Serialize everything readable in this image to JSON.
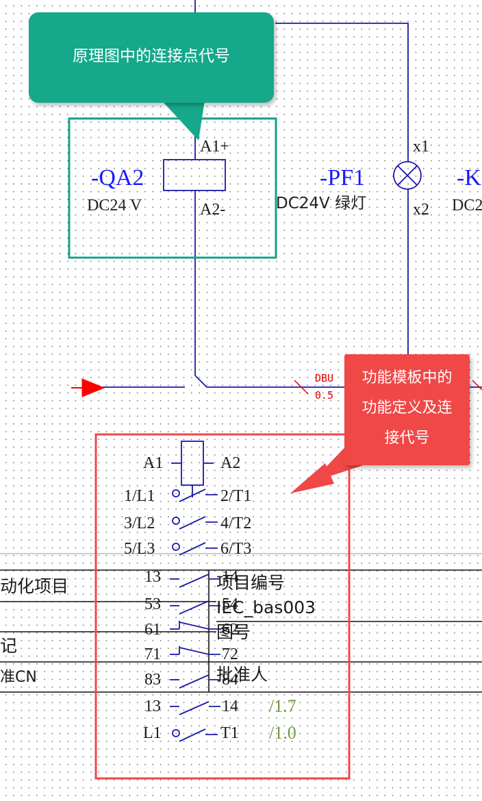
{
  "callouts": {
    "schematic_note": "原理图中的连接点代号",
    "template_note_lines": [
      "功能模板中的",
      "功能定义及连",
      "接代号"
    ]
  },
  "qa2": {
    "tag": "-QA2",
    "voltage": "DC24 V",
    "pin_top": "A1+",
    "pin_bottom": "A2-"
  },
  "pf1": {
    "tag": "-PF1",
    "desc": "DC24V 绿灯",
    "pin_top": "x1",
    "pin_bottom": "x2"
  },
  "k_partial": {
    "tag": "-K",
    "desc": "DC2"
  },
  "cable": {
    "label": "DBU",
    "size": "0.5"
  },
  "contacts": {
    "coil": {
      "left": "A1",
      "right": "A2"
    },
    "rows": [
      {
        "left": "1/L1",
        "right": "2/T1",
        "ref": ""
      },
      {
        "left": "3/L2",
        "right": "4/T2",
        "ref": ""
      },
      {
        "left": "5/L3",
        "right": "6/T3",
        "ref": ""
      },
      {
        "left": "13",
        "right": "14",
        "ref": ""
      },
      {
        "left": "53",
        "right": "54",
        "ref": ""
      },
      {
        "left": "61",
        "right": "62",
        "ref": ""
      },
      {
        "left": "71",
        "right": "72",
        "ref": ""
      },
      {
        "left": "83",
        "right": "84",
        "ref": ""
      },
      {
        "left": "13",
        "right": "14",
        "ref": "/1.7"
      },
      {
        "left": "L1",
        "right": "T1",
        "ref": "/1.0"
      }
    ]
  },
  "title_block": {
    "left_cells": [
      "动化项目",
      "记",
      "准CN"
    ],
    "project_number_label": "项目编号",
    "project_number_value": "IEC_bas003",
    "drawing_number_label": "图号",
    "approver_label": "批准人"
  },
  "colors": {
    "wire": "#1a1aa6",
    "teal_frame": "#16a08a",
    "red_frame": "#f04747",
    "arrow_red": "#ff0000"
  }
}
